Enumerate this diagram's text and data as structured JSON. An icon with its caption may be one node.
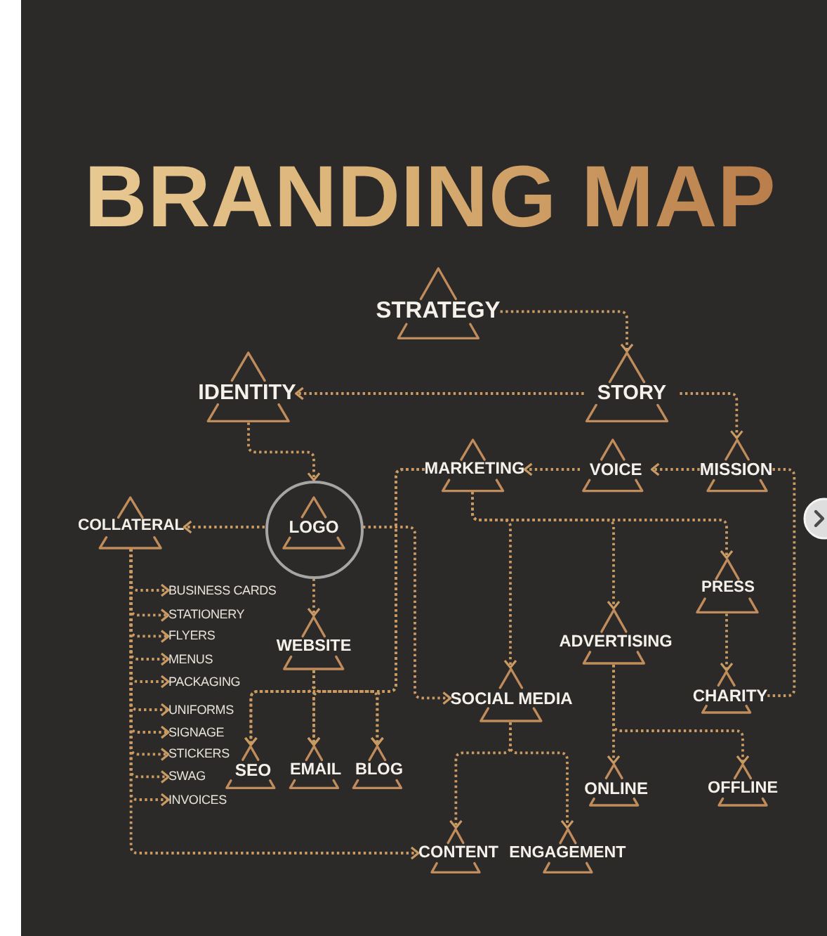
{
  "diagram": {
    "title": "BRANDING MAP",
    "nodes": [
      {
        "text": [
          "STRATEGY"
        ]
      },
      {
        "text": [
          "IDENTITY"
        ]
      },
      {
        "text": [
          "STORY"
        ]
      },
      {
        "text": [
          "MARKETING"
        ]
      },
      {
        "text": [
          "VOICE"
        ]
      },
      {
        "text": [
          "MISSION"
        ]
      },
      {
        "text": [
          "COLLATERAL"
        ]
      },
      {
        "text": [
          "LOGO"
        ]
      },
      {
        "text": [
          "BUSINESS CARDS"
        ]
      },
      {
        "text": [
          "STATIONERY"
        ]
      },
      {
        "text": [
          "FLYERS"
        ]
      },
      {
        "text": [
          "MENUS"
        ]
      },
      {
        "text": [
          "PACKAGING"
        ]
      },
      {
        "text": [
          "UNIFORMS"
        ]
      },
      {
        "text": [
          "SIGNAGE"
        ]
      },
      {
        "text": [
          "STICKERS"
        ]
      },
      {
        "text": [
          "SWAG"
        ]
      },
      {
        "text": [
          "INVOICES"
        ]
      },
      {
        "text": [
          "PRESS"
        ]
      },
      {
        "text": [
          "WEBSITE"
        ]
      },
      {
        "text": [
          "ADVERTISING"
        ]
      },
      {
        "text": [
          "SOCIAL MEDIA"
        ]
      },
      {
        "text": [
          "CHARITY"
        ]
      },
      {
        "text": [
          "SEO"
        ]
      },
      {
        "text": [
          "EMAIL"
        ]
      },
      {
        "text": [
          "BLOG"
        ]
      },
      {
        "text": [
          "ONLINE"
        ]
      },
      {
        "text": [
          "OFFLINE"
        ]
      },
      {
        "text": [
          "CONTENT"
        ]
      },
      {
        "text": [
          "ENGAGEMENT"
        ]
      }
    ],
    "edges": [
      {
        "from": 0,
        "to": 2,
        "arrow": "to"
      },
      {
        "from": 2,
        "to": 1,
        "arrow": "to"
      },
      {
        "from": 2,
        "to": 5,
        "arrow": "to"
      },
      {
        "from": 1,
        "to": 7,
        "arrow": "to"
      },
      {
        "from": 5,
        "to": 4,
        "arrow": "to"
      },
      {
        "from": 4,
        "to": 3,
        "arrow": "to"
      },
      {
        "from": 5,
        "to": 22,
        "arrow": "none"
      },
      {
        "from": 7,
        "to": 6,
        "arrow": "to"
      },
      {
        "from": 7,
        "to": 19,
        "arrow": "to"
      },
      {
        "from": 7,
        "to": 21,
        "arrow": "to"
      },
      {
        "from": 6,
        "to": 8,
        "arrow": "to"
      },
      {
        "from": 6,
        "to": 9,
        "arrow": "to"
      },
      {
        "from": 6,
        "to": 10,
        "arrow": "to"
      },
      {
        "from": 6,
        "to": 11,
        "arrow": "to"
      },
      {
        "from": 6,
        "to": 12,
        "arrow": "to"
      },
      {
        "from": 6,
        "to": 13,
        "arrow": "to"
      },
      {
        "from": 6,
        "to": 14,
        "arrow": "to"
      },
      {
        "from": 6,
        "to": 15,
        "arrow": "to"
      },
      {
        "from": 6,
        "to": 16,
        "arrow": "to"
      },
      {
        "from": 6,
        "to": 17,
        "arrow": "to"
      },
      {
        "from": 6,
        "to": 28,
        "arrow": "to"
      },
      {
        "from": 3,
        "to": 21,
        "arrow": "to"
      },
      {
        "from": 3,
        "to": 20,
        "arrow": "to"
      },
      {
        "from": 3,
        "to": 18,
        "arrow": "to"
      },
      {
        "from": 3,
        "to": 23,
        "arrow": "to"
      },
      {
        "from": 3,
        "to": 24,
        "arrow": "to"
      },
      {
        "from": 3,
        "to": 25,
        "arrow": "to"
      },
      {
        "from": 19,
        "to": 23,
        "arrow": "to"
      },
      {
        "from": 19,
        "to": 24,
        "arrow": "to"
      },
      {
        "from": 19,
        "to": 25,
        "arrow": "to"
      },
      {
        "from": 18,
        "to": 22,
        "arrow": "to"
      },
      {
        "from": 20,
        "to": 26,
        "arrow": "to"
      },
      {
        "from": 20,
        "to": 27,
        "arrow": "to"
      },
      {
        "from": 21,
        "to": 28,
        "arrow": "to"
      },
      {
        "from": 21,
        "to": 29,
        "arrow": "to"
      }
    ]
  }
}
